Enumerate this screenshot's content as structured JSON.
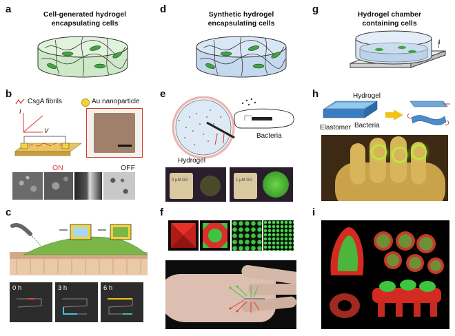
{
  "panels": {
    "a": "a",
    "b": "b",
    "c": "c",
    "d": "d",
    "e": "e",
    "f": "f",
    "g": "g",
    "h": "h",
    "i": "i"
  },
  "titles": {
    "a_line1": "Cell-generated hydrogel",
    "a_line2": "encapsulating cells",
    "d_line1": "Synthetic hydrogel",
    "d_line2": "encapsulating cells",
    "g_line1": "Hydrogel chamber",
    "g_line2": "containing cells"
  },
  "panel_b": {
    "legend_fibrils": "CsgA fibrils",
    "legend_gold": "Au nanoparticle",
    "axis_i": "I",
    "axis_v": "V",
    "on_label": "ON",
    "off_label": "OFF"
  },
  "panel_c": {
    "times": [
      "0 h",
      "3 h",
      "6 h"
    ]
  },
  "panel_e": {
    "hydrogel": "Hydrogel",
    "bacteria": "Bacteria",
    "vial1": "0 μM GA",
    "vial2": "1 μM GA"
  },
  "panel_g": {
    "label_i": "I"
  },
  "panel_h": {
    "hydrogel": "Hydrogel",
    "elastomer": "Elastomer",
    "bacteria": "Bacteria"
  },
  "colors": {
    "gel_green": "#d3ecd0",
    "gel_blue": "#cfe0f2",
    "on_red": "#d8382c",
    "cell_green": "#3ea63e"
  }
}
